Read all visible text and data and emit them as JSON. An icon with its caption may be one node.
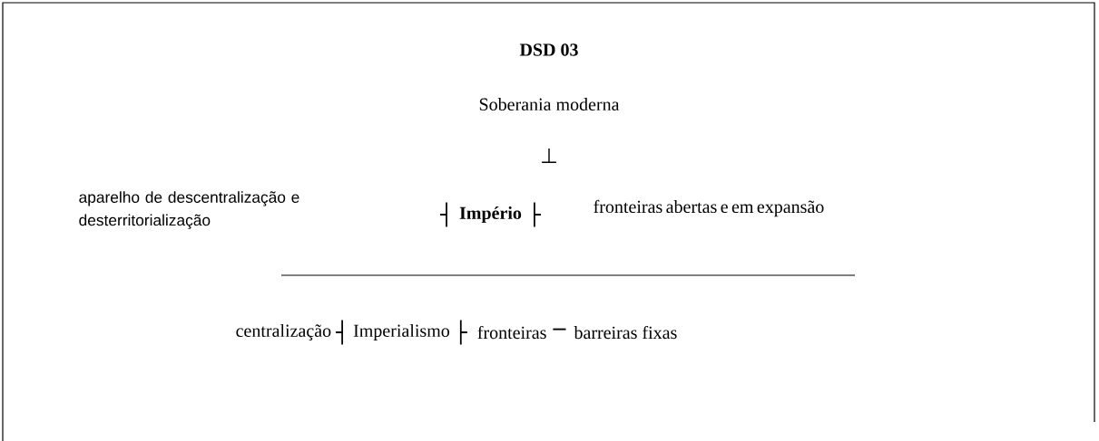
{
  "diagram": {
    "title": "DSD 03",
    "labels": [
      "Soberania moderna",
      "⊥",
      "aparelho de descentralização e desterritorialização",
      "┤",
      "Império",
      "├",
      "fronteiras abertas e em expansão",
      "centralização",
      "┤",
      "Imperialismo",
      "├",
      "fronteiras",
      "─",
      "barreiras fixas"
    ]
  }
}
